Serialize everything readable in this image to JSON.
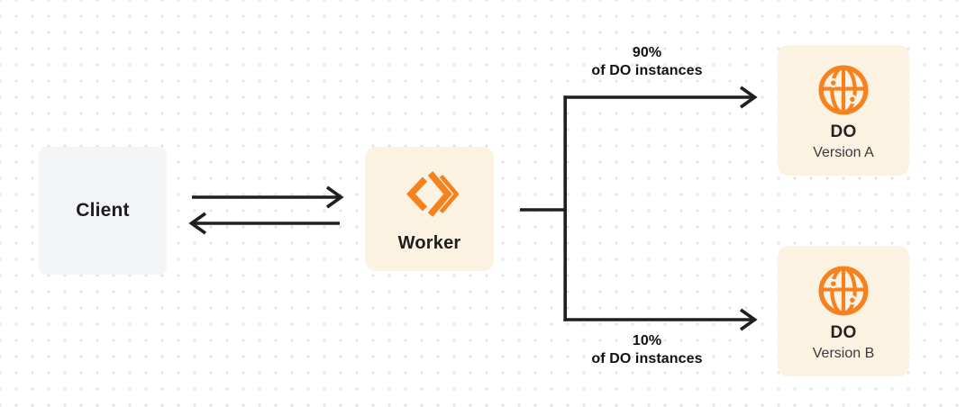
{
  "nodes": {
    "client": {
      "label": "Client"
    },
    "worker": {
      "label": "Worker"
    },
    "do_version_a": {
      "title": "DO",
      "subtitle": "Version A"
    },
    "do_version_b": {
      "title": "DO",
      "subtitle": "Version B"
    }
  },
  "edges": {
    "client_worker": {
      "type": "bidirectional-arrows"
    },
    "to_version_a": {
      "percent": "90%",
      "caption": "of DO instances"
    },
    "to_version_b": {
      "percent": "10%",
      "caption": "of DO instances"
    }
  },
  "icons": {
    "worker": "cloudflare-workers-chevrons-icon",
    "durable_object": "globe-icon"
  },
  "colors": {
    "accent_orange": "#f6821f",
    "node_cream": "#fcf2e2",
    "node_gray": "#f4f5f6",
    "arrow_dark": "#1f1f1f",
    "dot_grid": "#e4e4e7",
    "background": "#ffffff"
  }
}
